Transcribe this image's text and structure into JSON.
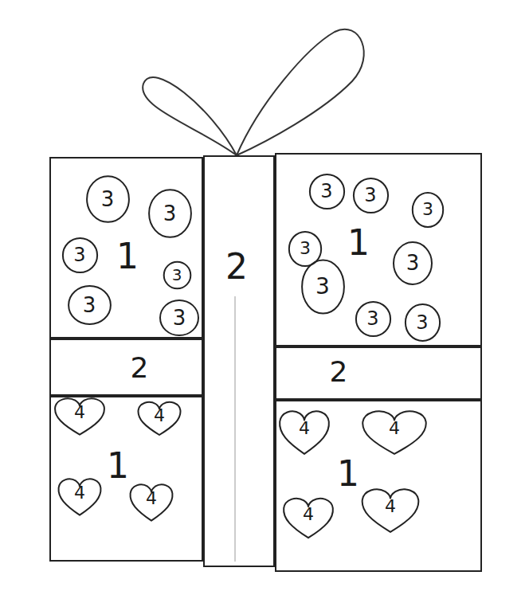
{
  "diagram": {
    "nodes": [
      {
        "text": [
          "1"
        ]
      },
      {
        "text": [
          "3"
        ],
        "in": 0
      },
      {
        "text": [
          "3"
        ],
        "in": 0
      },
      {
        "text": [
          "3"
        ],
        "in": 0
      },
      {
        "text": [
          "3"
        ],
        "in": 0
      },
      {
        "text": [
          "3"
        ],
        "in": 0
      },
      {
        "text": [
          "3"
        ],
        "in": 0
      },
      {
        "text": [
          "2"
        ]
      },
      {
        "text": [
          "1"
        ]
      },
      {
        "text": [
          "3"
        ],
        "in": 8
      },
      {
        "text": [
          "3"
        ],
        "in": 8
      },
      {
        "text": [
          "3"
        ],
        "in": 8
      },
      {
        "text": [
          "3"
        ],
        "in": 8
      },
      {
        "text": [
          "3"
        ],
        "in": 8
      },
      {
        "text": [
          "3"
        ],
        "in": 8
      },
      {
        "text": [
          "3"
        ],
        "in": 8
      },
      {
        "text": [
          "3"
        ],
        "in": 8
      },
      {
        "text": [
          "2"
        ]
      },
      {
        "text": [
          "2"
        ]
      },
      {
        "text": [
          "1"
        ]
      },
      {
        "text": [
          "4"
        ],
        "in": 19
      },
      {
        "text": [
          "4"
        ],
        "in": 19
      },
      {
        "text": [
          "4"
        ],
        "in": 19
      },
      {
        "text": [
          "4"
        ],
        "in": 19
      },
      {
        "text": [
          "1"
        ]
      },
      {
        "text": [
          "4"
        ],
        "in": 24
      },
      {
        "text": [
          "4"
        ],
        "in": 24
      },
      {
        "text": [
          "4"
        ],
        "in": 24
      },
      {
        "text": [
          "4"
        ],
        "in": 24
      }
    ]
  }
}
